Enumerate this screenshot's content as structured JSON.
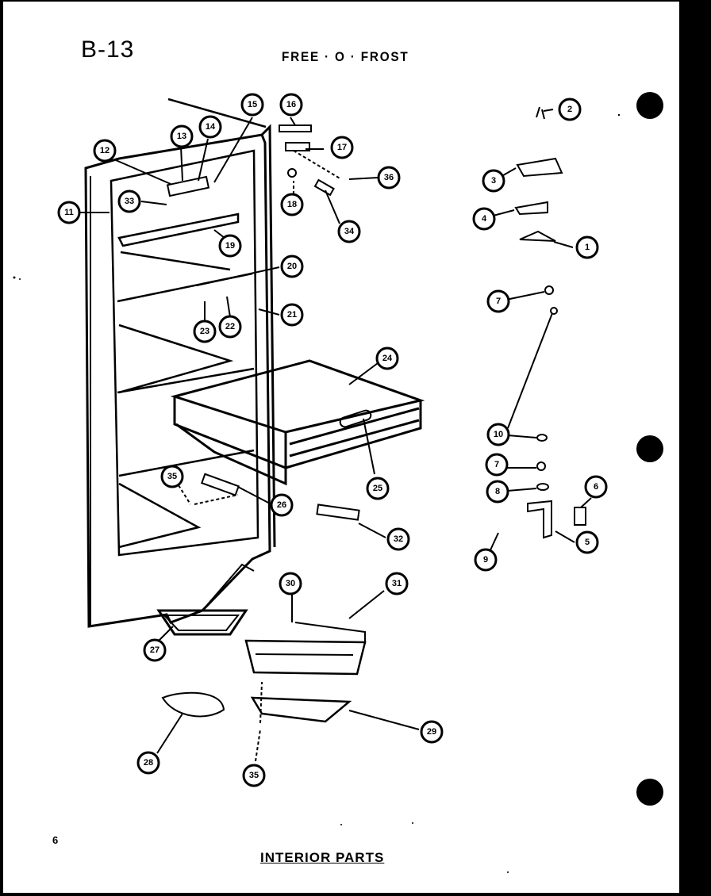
{
  "header": {
    "page_code": "B-13",
    "model_title": "FREE · O · FROST"
  },
  "footer": {
    "title": "INTERIOR PARTS",
    "page_number": "6"
  },
  "callouts": [
    "2",
    "3",
    "4",
    "1",
    "7",
    "10",
    "7",
    "8",
    "6",
    "5",
    "9",
    "15",
    "16",
    "13",
    "14",
    "12",
    "17",
    "36",
    "18",
    "34",
    "11",
    "33",
    "19",
    "20",
    "21",
    "23",
    "22",
    "24",
    "25",
    "35",
    "26",
    "32",
    "30",
    "31",
    "27",
    "29",
    "28",
    "35"
  ],
  "holes": [
    "hole-top",
    "hole-middle",
    "hole-bottom"
  ]
}
